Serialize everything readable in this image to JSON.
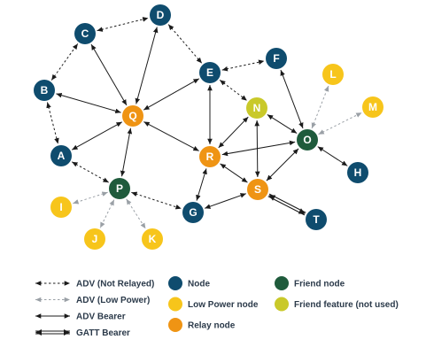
{
  "colors": {
    "node": "#0f4c6e",
    "low_power": "#f7c51b",
    "relay": "#ef9414",
    "friend": "#1f5b3c",
    "friend_feature": "#c9c92a",
    "edge": "#1b1b1b",
    "edge_low_power": "#9aa0a6"
  },
  "nodes": [
    {
      "id": "A",
      "role": "node"
    },
    {
      "id": "B",
      "role": "node"
    },
    {
      "id": "C",
      "role": "node"
    },
    {
      "id": "D",
      "role": "node"
    },
    {
      "id": "E",
      "role": "node"
    },
    {
      "id": "F",
      "role": "node"
    },
    {
      "id": "G",
      "role": "node"
    },
    {
      "id": "H",
      "role": "node"
    },
    {
      "id": "I",
      "role": "low_power"
    },
    {
      "id": "J",
      "role": "low_power"
    },
    {
      "id": "K",
      "role": "low_power"
    },
    {
      "id": "L",
      "role": "low_power"
    },
    {
      "id": "M",
      "role": "low_power"
    },
    {
      "id": "N",
      "role": "friend_feature"
    },
    {
      "id": "O",
      "role": "friend"
    },
    {
      "id": "P",
      "role": "friend"
    },
    {
      "id": "Q",
      "role": "relay"
    },
    {
      "id": "R",
      "role": "relay"
    },
    {
      "id": "S",
      "role": "relay"
    },
    {
      "id": "T",
      "role": "node"
    }
  ],
  "edges": [
    {
      "from": "C",
      "to": "D",
      "type": "adv_not_relayed"
    },
    {
      "from": "B",
      "to": "C",
      "type": "adv_not_relayed"
    },
    {
      "from": "B",
      "to": "A",
      "type": "adv_not_relayed"
    },
    {
      "from": "D",
      "to": "E",
      "type": "adv_not_relayed"
    },
    {
      "from": "E",
      "to": "F",
      "type": "adv_not_relayed"
    },
    {
      "from": "E",
      "to": "N",
      "type": "adv_not_relayed"
    },
    {
      "from": "P",
      "to": "G",
      "type": "adv_not_relayed"
    },
    {
      "from": "A",
      "to": "P",
      "type": "adv_not_relayed"
    },
    {
      "from": "P",
      "to": "I",
      "type": "adv_low_power"
    },
    {
      "from": "P",
      "to": "J",
      "type": "adv_low_power"
    },
    {
      "from": "P",
      "to": "K",
      "type": "adv_low_power"
    },
    {
      "from": "O",
      "to": "L",
      "type": "adv_low_power"
    },
    {
      "from": "O",
      "to": "M",
      "type": "adv_low_power"
    },
    {
      "from": "Q",
      "to": "C",
      "type": "adv_bearer"
    },
    {
      "from": "Q",
      "to": "D",
      "type": "adv_bearer"
    },
    {
      "from": "Q",
      "to": "B",
      "type": "adv_bearer"
    },
    {
      "from": "Q",
      "to": "A",
      "type": "adv_bearer"
    },
    {
      "from": "Q",
      "to": "E",
      "type": "adv_bearer"
    },
    {
      "from": "Q",
      "to": "R",
      "type": "adv_bearer"
    },
    {
      "from": "Q",
      "to": "P",
      "type": "adv_bearer"
    },
    {
      "from": "E",
      "to": "R",
      "type": "adv_bearer"
    },
    {
      "from": "R",
      "to": "N",
      "type": "adv_bearer"
    },
    {
      "from": "R",
      "to": "O",
      "type": "adv_bearer"
    },
    {
      "from": "R",
      "to": "S",
      "type": "adv_bearer"
    },
    {
      "from": "R",
      "to": "G",
      "type": "adv_bearer"
    },
    {
      "from": "N",
      "to": "S",
      "type": "adv_bearer"
    },
    {
      "from": "N",
      "to": "O",
      "type": "adv_bearer"
    },
    {
      "from": "F",
      "to": "O",
      "type": "adv_bearer"
    },
    {
      "from": "O",
      "to": "H",
      "type": "adv_bearer"
    },
    {
      "from": "O",
      "to": "S",
      "type": "adv_bearer"
    },
    {
      "from": "S",
      "to": "G",
      "type": "adv_bearer"
    },
    {
      "from": "S",
      "to": "T",
      "type": "gatt_bearer"
    }
  ],
  "legend": {
    "edges": [
      {
        "type": "adv_not_relayed",
        "label": "ADV (Not Relayed)"
      },
      {
        "type": "adv_low_power",
        "label": "ADV (Low Power)"
      },
      {
        "type": "adv_bearer",
        "label": "ADV Bearer"
      },
      {
        "type": "gatt_bearer",
        "label": "GATT Bearer"
      }
    ],
    "roles_col1": [
      {
        "role": "node",
        "label": "Node"
      },
      {
        "role": "low_power",
        "label": "Low Power node"
      },
      {
        "role": "relay",
        "label": "Relay node"
      }
    ],
    "roles_col2": [
      {
        "role": "friend",
        "label": "Friend node"
      },
      {
        "role": "friend_feature",
        "label": "Friend feature (not used)"
      }
    ]
  }
}
